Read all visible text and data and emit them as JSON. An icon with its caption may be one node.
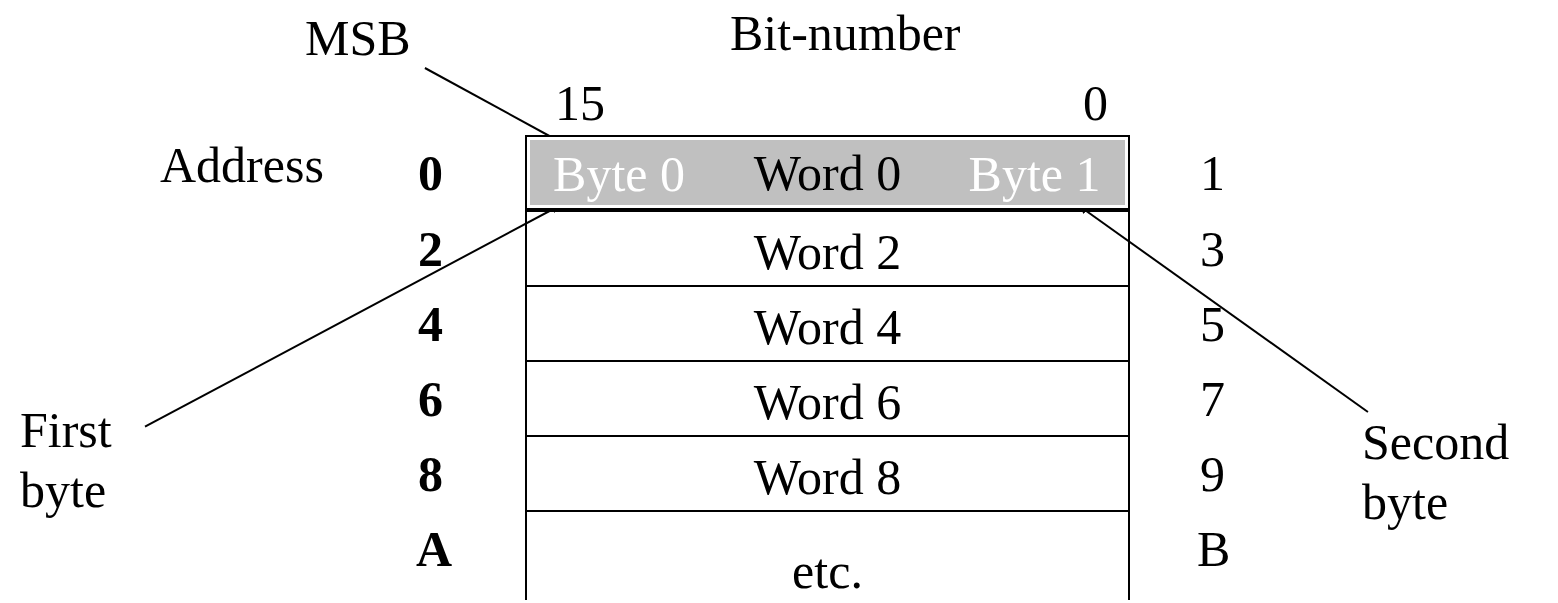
{
  "diagram": {
    "nodes": [
      {
        "text": [
          "MSB"
        ]
      },
      {
        "text": [
          "Word 0"
        ]
      },
      {
        "text": [
          "Byte 0"
        ],
        "in": 1
      },
      {
        "text": [
          "Byte 1"
        ],
        "in": 1
      },
      {
        "text": [
          "Word 2"
        ]
      },
      {
        "text": [
          "Word 4"
        ]
      },
      {
        "text": [
          "Word 6"
        ]
      },
      {
        "text": [
          "Word 8"
        ]
      },
      {
        "text": [
          "etc."
        ]
      },
      {
        "text": [
          "First byte"
        ]
      },
      {
        "text": [
          "Second byte"
        ]
      }
    ],
    "edges": [
      {
        "from": 0,
        "to": 2,
        "arrow": "to"
      },
      {
        "from": 9,
        "to": 2,
        "arrow": "to"
      },
      {
        "from": 10,
        "to": 3,
        "arrow": "to"
      }
    ],
    "labels": [
      "Bit-number",
      "15",
      "0",
      "Address",
      "0",
      "1",
      "2",
      "3",
      "4",
      "5",
      "6",
      "7",
      "8",
      "9",
      "A",
      "B"
    ]
  }
}
